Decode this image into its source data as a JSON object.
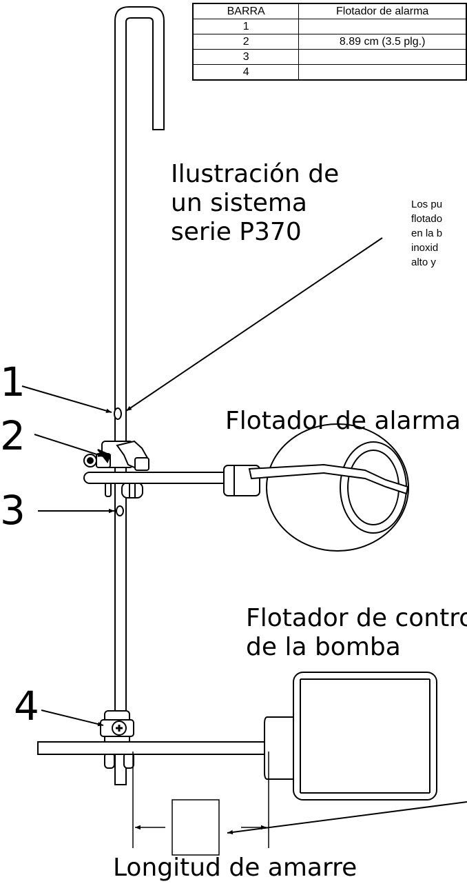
{
  "table": {
    "headers": [
      "BARRA",
      "Flotador de alarma"
    ],
    "rows": [
      [
        "1",
        ""
      ],
      [
        "2",
        "8.89 cm (3.5 plg.)"
      ],
      [
        "3",
        ""
      ],
      [
        "4",
        ""
      ]
    ]
  },
  "labels": {
    "title_line1": "Ilustración de",
    "title_line2": "un sistema",
    "title_line3": "serie P370",
    "note_line1": "Los pu",
    "note_line2": "flotado",
    "note_line3": "en la b",
    "note_line4": "inoxid",
    "note_line5": "alto y",
    "bar1": "1",
    "bar2": "2",
    "bar3": "3",
    "bar4": "4",
    "alarm_float": "Flotador de alarma",
    "pump_float_line1": "Flotador de control",
    "pump_float_line2": "de la bomba",
    "tie_length": "Longitud de amarre"
  }
}
